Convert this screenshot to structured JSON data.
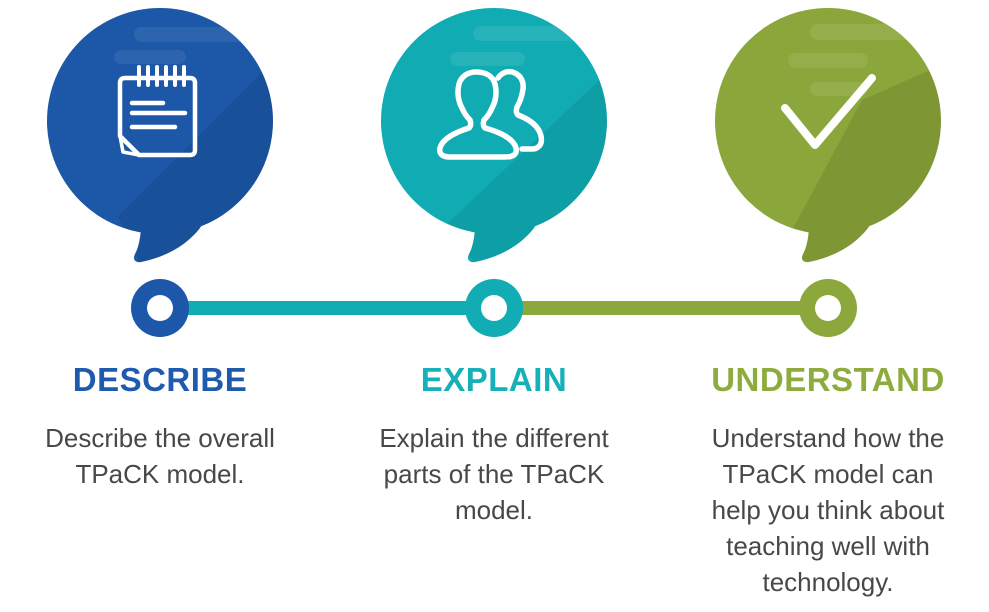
{
  "infographic": {
    "background_color": "#ffffff",
    "body_text_color": "#48484b",
    "steps": [
      {
        "label": "DESCRIBE",
        "description": "Describe the overall\nTPaCK model.",
        "icon": "notepad-icon",
        "accent_color": "#1e5bae",
        "bubble_color": "#1c57a8",
        "dot_color": "#1d57a9"
      },
      {
        "label": "EXPLAIN",
        "description": "Explain the different\nparts of the TPaCK\nmodel.",
        "icon": "people-group-icon",
        "accent_color": "#16b0b9",
        "bubble_color": "#10abb3",
        "dot_color": "#12acb4"
      },
      {
        "label": "UNDERSTAND",
        "description": "Understand how the\nTPaCK model can\nhelp you think about\nteaching well with\ntechnology.",
        "icon": "checkmark-icon",
        "accent_color": "#8eac3d",
        "bubble_color": "#8ba63a",
        "dot_color": "#8ca73c"
      }
    ],
    "timeline": {
      "segment_colors": [
        "#11acb4",
        "#8ca73c"
      ],
      "dot_inner_color": "#ffffff"
    }
  }
}
